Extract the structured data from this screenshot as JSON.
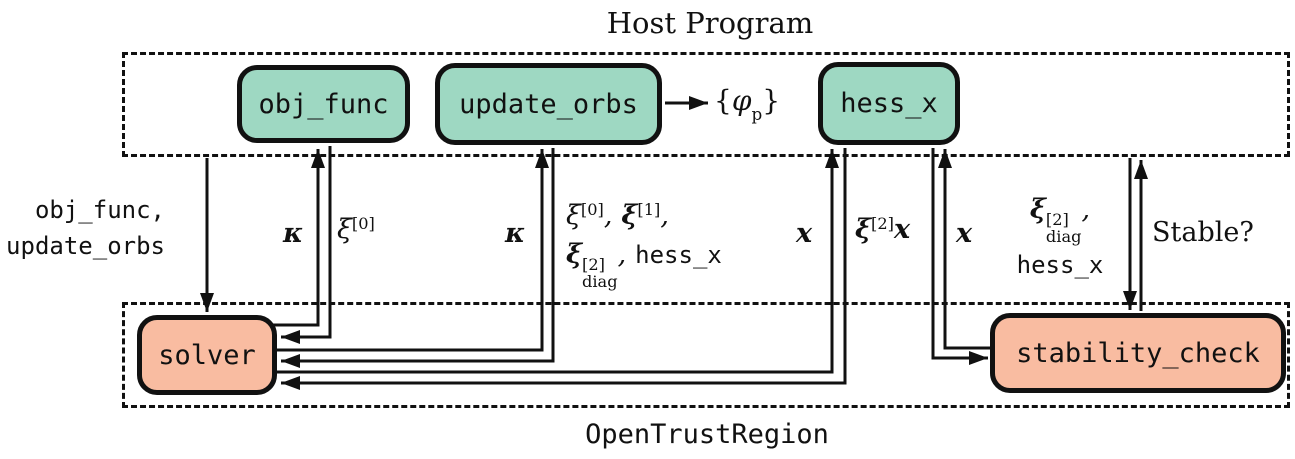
{
  "title": "Host Program",
  "footer": "OpenTrustRegion",
  "nodes": {
    "obj_func": "obj_func",
    "update_orbs": "update_orbs",
    "hess_x": "hess_x",
    "solver": "solver",
    "stability_check": "stability_check"
  },
  "labels": {
    "caller_line1": "obj_func,",
    "caller_line2": "update_orbs",
    "kappa_objfunc": "κ",
    "xi0_objfunc": {
      "base": "ξ",
      "sup": "[0]"
    },
    "kappa_updateorbs": "κ",
    "updateorbs_ret": {
      "xi0": "ξ",
      "xi0_sup": "[0]",
      "sep1": ",",
      "xi1": "ξ",
      "xi1_sup": "[1]",
      "sep2": ",",
      "xi2": "ξ",
      "xi2_sup": "[2]",
      "xi2_sub": "diag",
      "sep3": ",",
      "hess": "hess_x"
    },
    "x_from_solver": "x",
    "xi2x": {
      "xi": "ξ",
      "sup": "[2]",
      "x": "x"
    },
    "x_from_stability": "x",
    "stability_args": {
      "xi": "ξ",
      "sup": "[2]",
      "sub": "diag",
      "sep": ",",
      "hess": "hess_x"
    },
    "stable_question": "Stable?",
    "phi_set": {
      "open": "{",
      "phi": "φ",
      "sub": "p",
      "close": "}"
    }
  },
  "colors": {
    "callback_green": "#9ed8c2",
    "library_salmon": "#f9bca1",
    "line": "#111111"
  }
}
